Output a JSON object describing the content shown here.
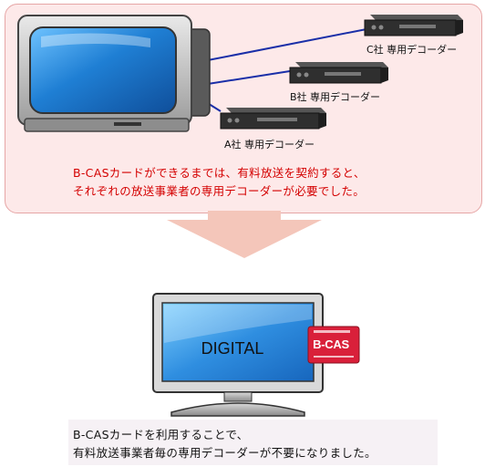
{
  "vendors": [
    {
      "label": "C社 専用デコーダー"
    },
    {
      "label": "B社 専用デコーダー"
    },
    {
      "label": "A社 専用デコーダー"
    }
  ],
  "top_caption": {
    "line1": "B-CASカードができるまでは、有料放送を契約すると、",
    "line2": "それぞれの放送事業者の専用デコーダーが必要でした。"
  },
  "tv": {
    "screen_text": "DIGITAL"
  },
  "card": {
    "label": "B-CAS"
  },
  "bottom_caption": {
    "line1": "B-CASカードを利用することで、",
    "line2": "有料放送事業者毎の専用デコーダーが不要になりました。"
  },
  "colors": {
    "panel_bg": "#fde9e9",
    "panel_border": "#e6a6a6",
    "caption_red": "#d40000",
    "arrow": "#f4c6ba",
    "card_red": "#d9203a",
    "tv_screen": "#2f8ee0",
    "cable_blue": "#1a2fa8"
  }
}
